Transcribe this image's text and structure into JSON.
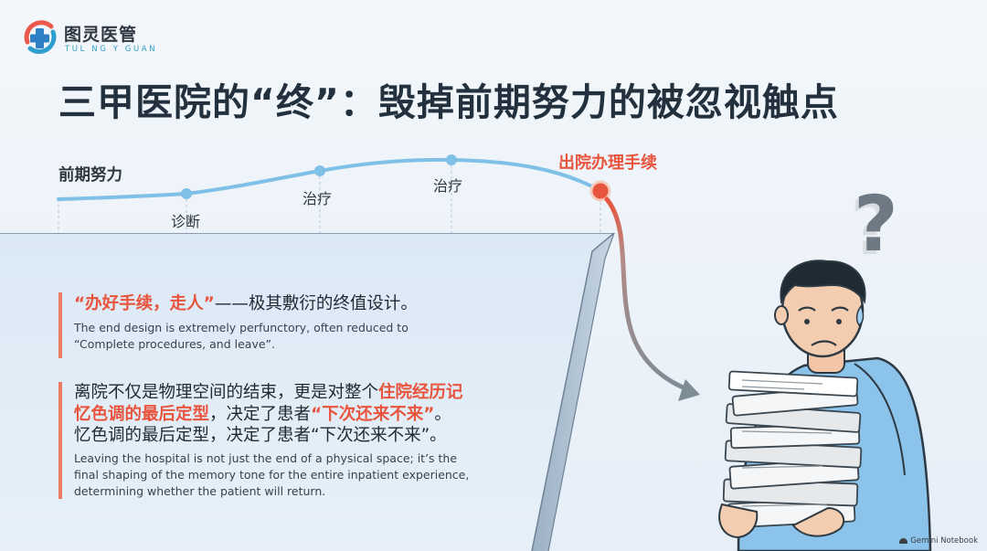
{
  "brand": {
    "name_cn": "图灵医管",
    "name_en": "TUL NG Y GUAN"
  },
  "title": "三甲医院的“终”：毁掉前期努力的被忽视触点",
  "journey": {
    "stages": [
      {
        "label": "前期努力"
      },
      {
        "label": "诊断"
      },
      {
        "label": "治疗"
      },
      {
        "label": "治疗"
      },
      {
        "label": "出院办理手续"
      }
    ],
    "curve_color": "#7fc0e6",
    "end_color": "#e8543d"
  },
  "points": [
    {
      "cn_emphasis": "“办好手续，走人”",
      "cn_rest": "——极其敷衍的终值设计。",
      "en_lines": [
        "The end design is extremely perfunctory, often reduced to",
        "“Complete procedures, and leave”."
      ]
    },
    {
      "cn_lines": [
        {
          "plain": "离院不仅是物理空间的结束，更是对整个",
          "emphasis": "住院经历记"
        },
        {
          "emphasis": "忆色调的最后定型",
          "plain": "，决定了患者",
          "emphasis2": "“下次还来不来”",
          "tail": "。"
        },
        {
          "plain": "忆色调的最后定型，决定了患者“下次还来不来”。"
        }
      ],
      "en_lines": [
        "Leaving the hospital is not just the end of a physical space; it’s the",
        "final shaping of the memory tone for the entire inpatient experience,",
        "determining whether the patient will return."
      ]
    }
  ],
  "illustration": {
    "symbol": "?",
    "subject": "worried-patient-holding-paper-stack-icon"
  },
  "watermark": "Gemini Notebook",
  "colors": {
    "accent": "#e8543d",
    "bar": "#ec7c63",
    "curve": "#7fc0e6",
    "background": "#eef3f9",
    "shirt": "#8cc3ea",
    "title": "#22313d"
  }
}
